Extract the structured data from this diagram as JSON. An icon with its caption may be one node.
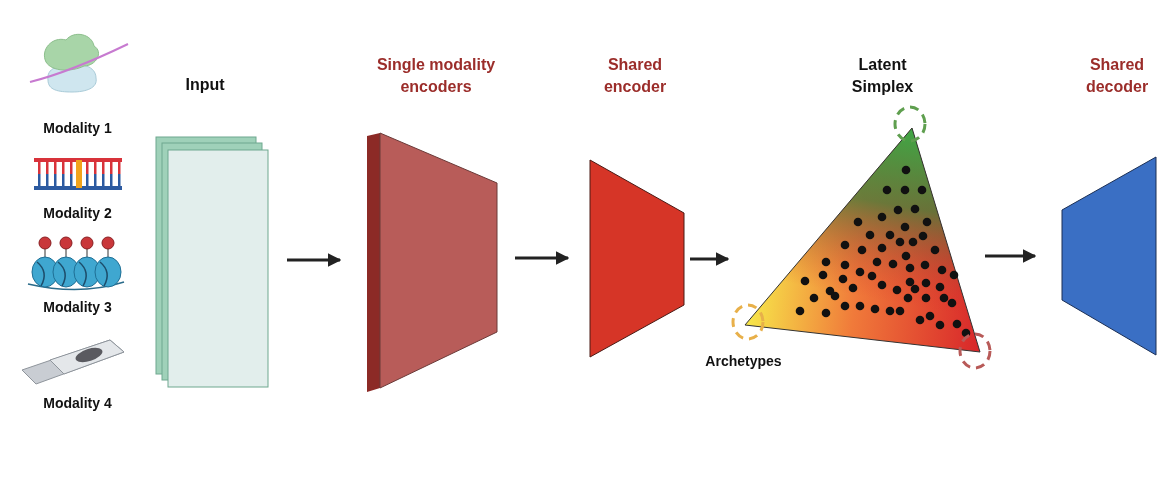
{
  "diagram": {
    "nodes": [
      {
        "text": [
          "Modality 1"
        ]
      },
      {
        "text": [
          "Modality 2"
        ]
      },
      {
        "text": [
          "Modality 3"
        ]
      },
      {
        "text": [
          "Modality 4"
        ]
      },
      {
        "text": [
          "Input"
        ]
      },
      {
        "text": [
          "Single modality encoders"
        ]
      },
      {
        "text": [
          "Shared encoder"
        ]
      },
      {
        "text": [
          "Latent Simplex"
        ]
      },
      {
        "text": [
          "Shared decoder"
        ]
      }
    ],
    "edges": [
      {
        "from": 4,
        "to": 5,
        "arrow": "to"
      },
      {
        "from": 5,
        "to": 6,
        "arrow": "to"
      },
      {
        "from": 6,
        "to": 7,
        "arrow": "to"
      },
      {
        "from": 7,
        "to": 8,
        "arrow": "to"
      }
    ],
    "labels": [
      "Archetypes"
    ]
  }
}
